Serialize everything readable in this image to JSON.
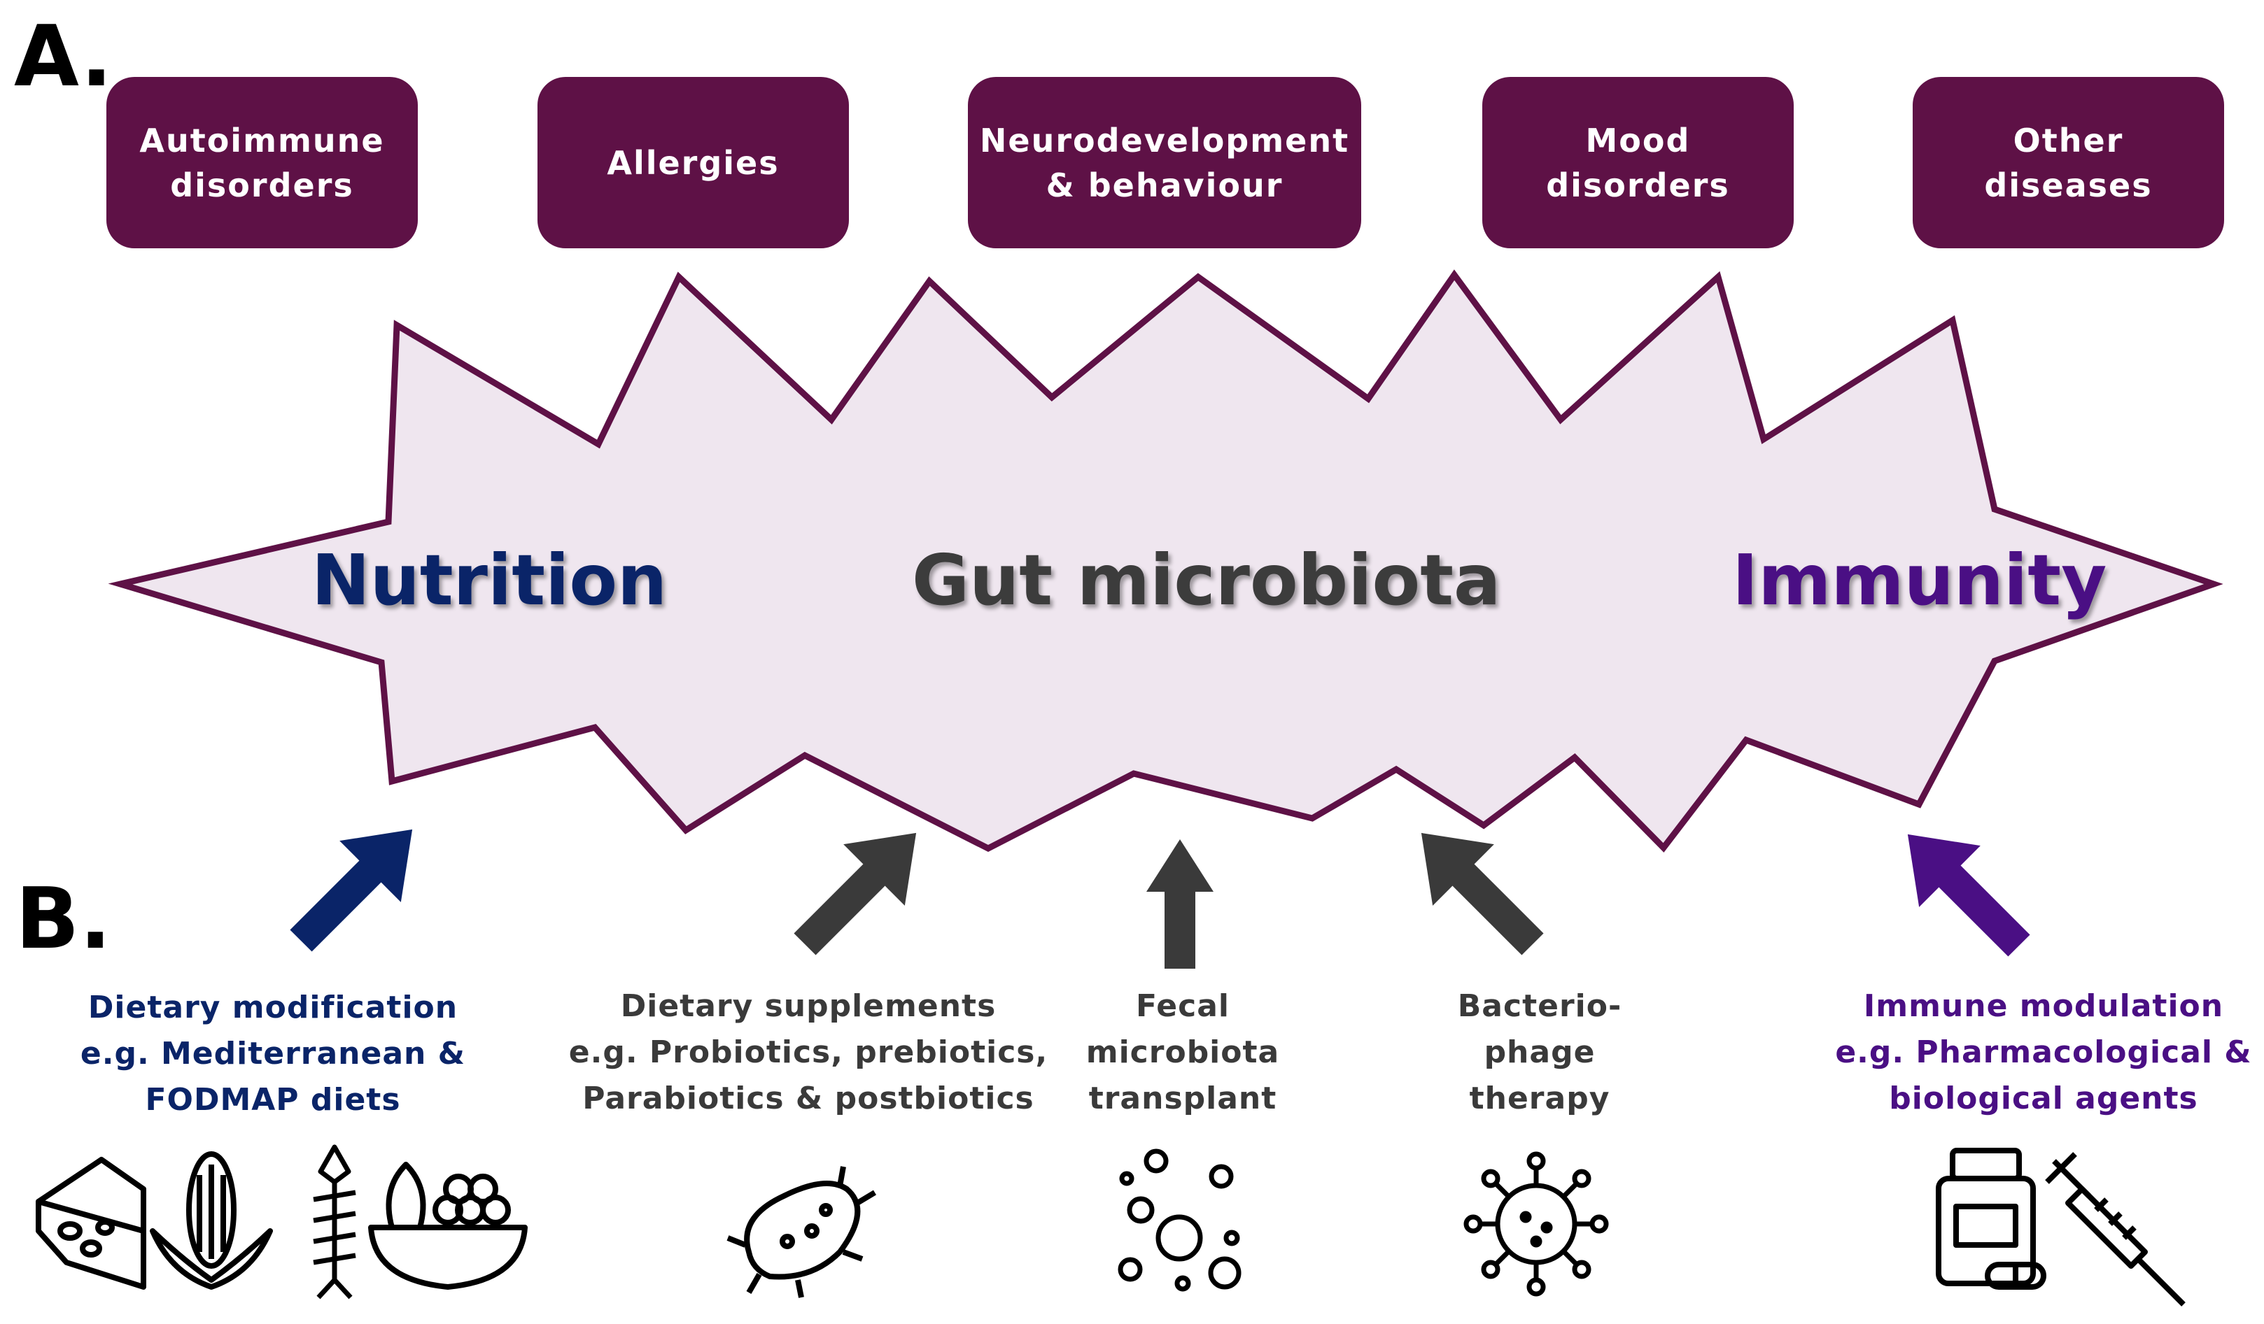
{
  "panels": {
    "a": "A.",
    "b": "B."
  },
  "diseases": [
    {
      "label": "Autoimmune\ndisorders"
    },
    {
      "label": "Allergies"
    },
    {
      "label": "Neurodevelopment\n& behaviour"
    },
    {
      "label": "Mood\ndisorders"
    },
    {
      "label": "Other\ndiseases"
    }
  ],
  "core": {
    "left": "Nutrition",
    "center": "Gut microbiota",
    "right": "Immunity"
  },
  "interventions": [
    {
      "label": "Dietary modification\ne.g. Mediterranean &\nFODMAP diets",
      "icon": "food-icons"
    },
    {
      "label": "Dietary supplements\ne.g. Probiotics, prebiotics,\nParabiotics & postbiotics",
      "icon": "bacterium-icon"
    },
    {
      "label": "Fecal\nmicrobiota\ntransplant",
      "icon": "bubbles-icon"
    },
    {
      "label": "Bacterio-\nphage\ntherapy",
      "icon": "virus-icon"
    },
    {
      "label": "Immune modulation\ne.g. Pharmacological &\nbiological agents",
      "icon": "medicine-icons"
    }
  ],
  "colors": {
    "box": "#5e1146",
    "burst_fill": "#efe6ef",
    "burst_stroke": "#5e1146",
    "navy": "#0a2468",
    "gray": "#3a3a3a",
    "purple": "#4a0f84"
  }
}
